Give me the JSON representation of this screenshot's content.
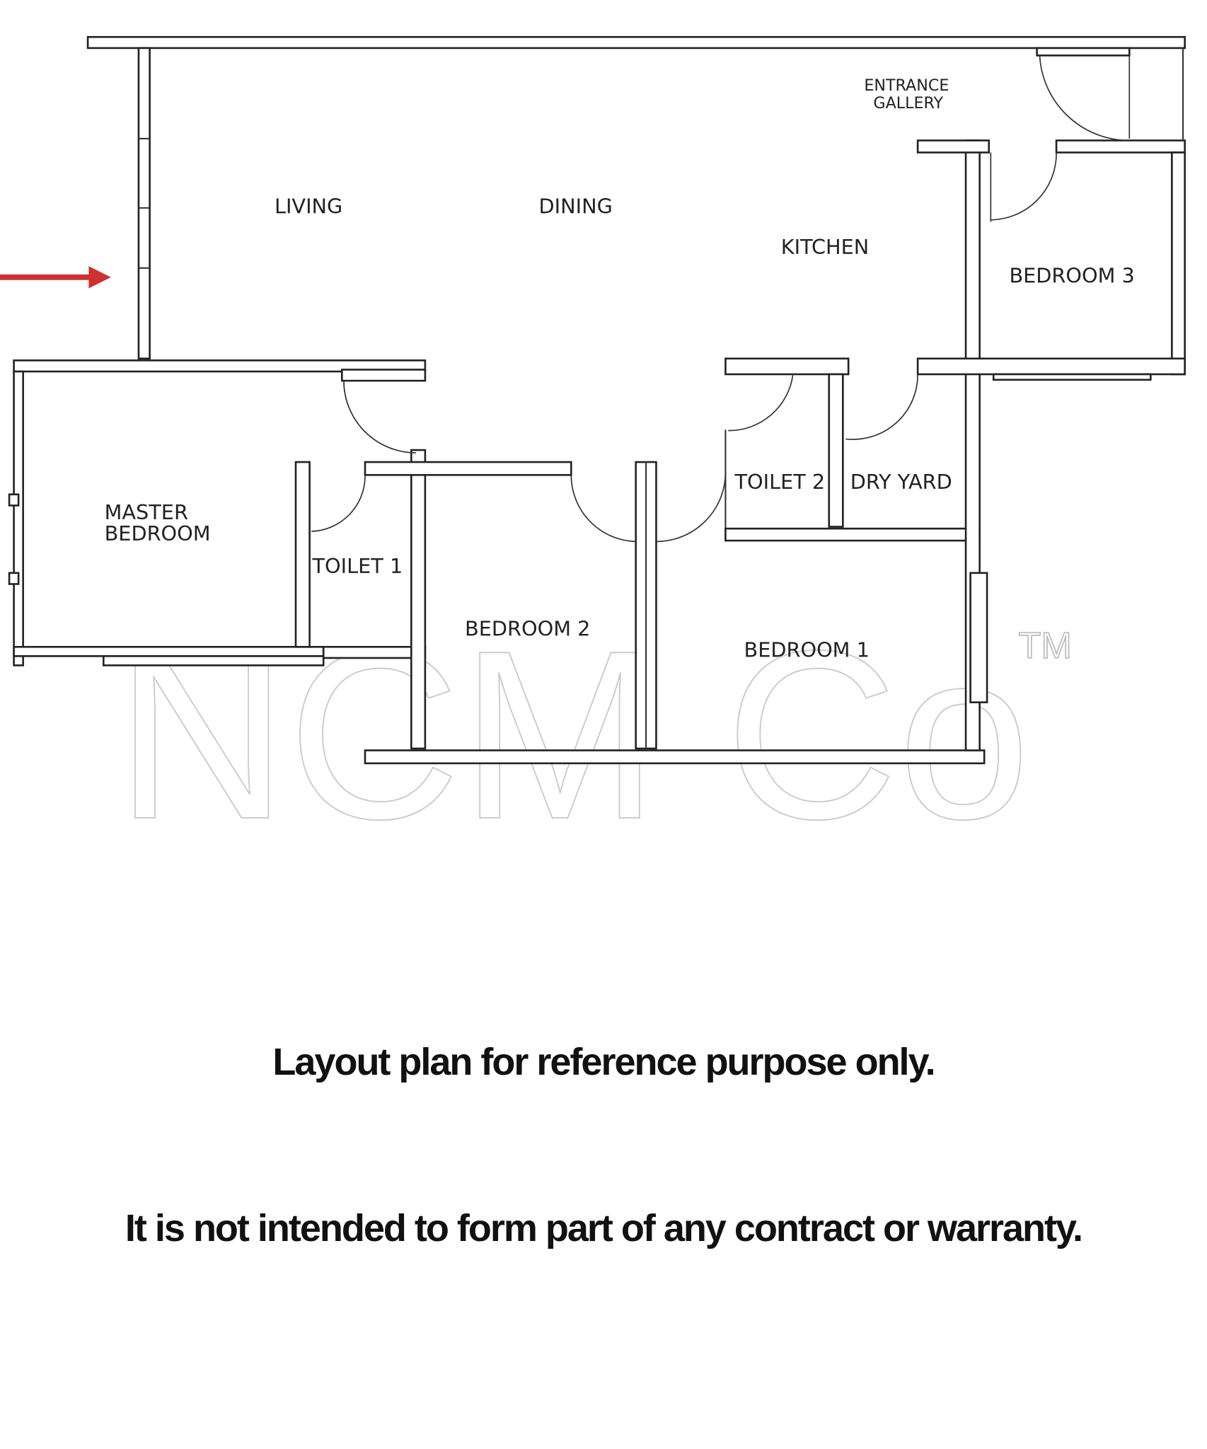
{
  "rooms": {
    "entrance": "ENTRANCE",
    "gallery": "GALLERY",
    "living": "LIVING",
    "dining": "DINING",
    "kitchen": "KITCHEN",
    "bedroom3": "BEDROOM 3",
    "master1": "MASTER",
    "master2": "BEDROOM",
    "toilet1": "TOILET 1",
    "bedroom2": "BEDROOM 2",
    "toilet2": "TOILET 2",
    "dry_yard": "DRY YARD",
    "bedroom1": "BEDROOM 1"
  },
  "watermark": {
    "text": "NCM Co",
    "tm": "TM"
  },
  "colors": {
    "arrow": "#d03030"
  },
  "captions": {
    "line1": "Layout plan for reference purpose only.",
    "line2": "It is not intended to form part of any contract or warranty."
  }
}
